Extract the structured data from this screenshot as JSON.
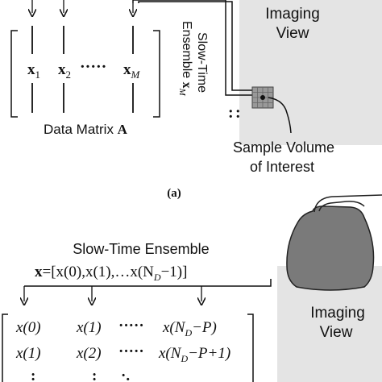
{
  "panel_a": {
    "imaging_view": [
      "Imaging",
      "View"
    ],
    "columns": [
      {
        "main": "x",
        "sub": "1"
      },
      {
        "main": "x",
        "sub": "2"
      },
      {
        "main": "x",
        "sub": "M"
      }
    ],
    "ellipsis_h": "·····",
    "matrix_label_text": "Data Matrix ",
    "matrix_label_symbol": "A",
    "ensemble_label": [
      "Slow-Time",
      "Ensemble "
    ],
    "ensemble_symbol": "x",
    "ensemble_sub": "M",
    "sample_volume": [
      "Sample Volume",
      "of Interest"
    ],
    "dots": ":",
    "panel_label": "(a)"
  },
  "panel_b": {
    "title": "Slow-Time Ensemble",
    "equation_lhs": "x",
    "equation_rhs": "=[x(0),x(1),…x(N",
    "equation_sub": "D",
    "equation_end": "−1)]",
    "imaging_view": [
      "Imaging",
      "View"
    ],
    "row1": [
      "x(0)",
      "x(1)",
      "·····",
      "x(N",
      "D",
      "−P)"
    ],
    "row2": [
      "x(1)",
      "x(2)",
      "·····",
      "x(N",
      "D",
      "−P+1)"
    ],
    "row3": [
      ":",
      ":",
      "·."
    ]
  },
  "colors": {
    "imaging_bg": "#e4e4e4",
    "probe": "#7a7a7a",
    "line": "#111111"
  }
}
